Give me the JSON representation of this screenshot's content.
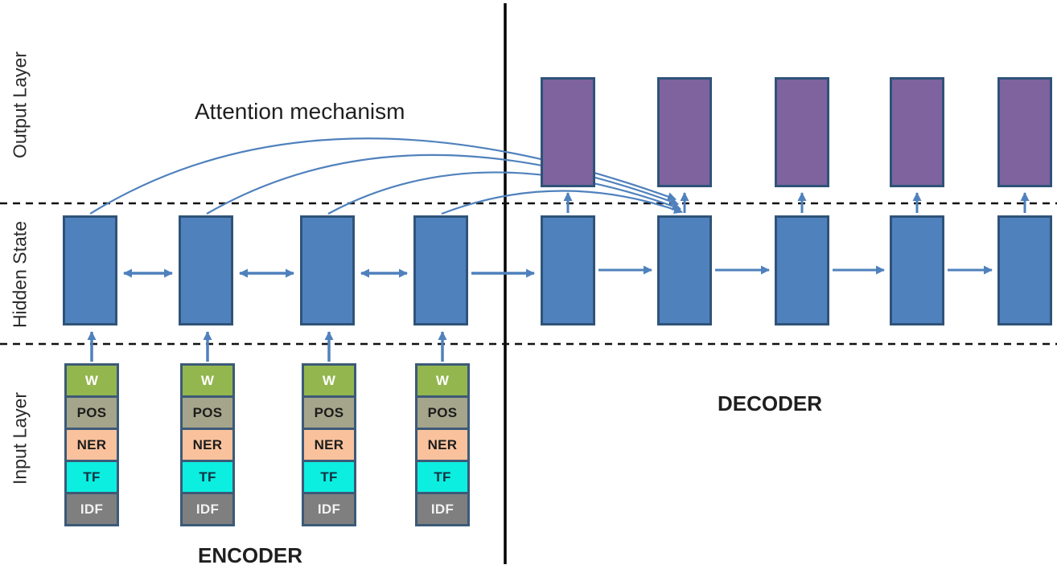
{
  "labels": {
    "attention": "Attention mechanism",
    "encoder": "ENCODER",
    "decoder": "DECODER"
  },
  "axis": {
    "output": "Output Layer",
    "hidden": "Hidden State",
    "input": "Input Layer"
  },
  "features": [
    "W",
    "POS",
    "NER",
    "TF",
    "IDF"
  ],
  "structure": {
    "encoder_hidden_states": 4,
    "encoder_input_stacks": 4,
    "decoder_hidden_states": 5,
    "decoder_outputs": 5,
    "attention_arcs": 4
  },
  "colors": {
    "hidden_state_fill": "#4f81bd",
    "output_fill": "#7e639e",
    "box_border": "#2f5379",
    "arrow": "#4f81bd",
    "w_fill": "#94b64e",
    "pos_fill": "#a5a58b",
    "ner_fill": "#f9c29d",
    "tf_fill": "#0ceee0",
    "idf_fill": "#7f7f7f",
    "divider": "#000000"
  }
}
